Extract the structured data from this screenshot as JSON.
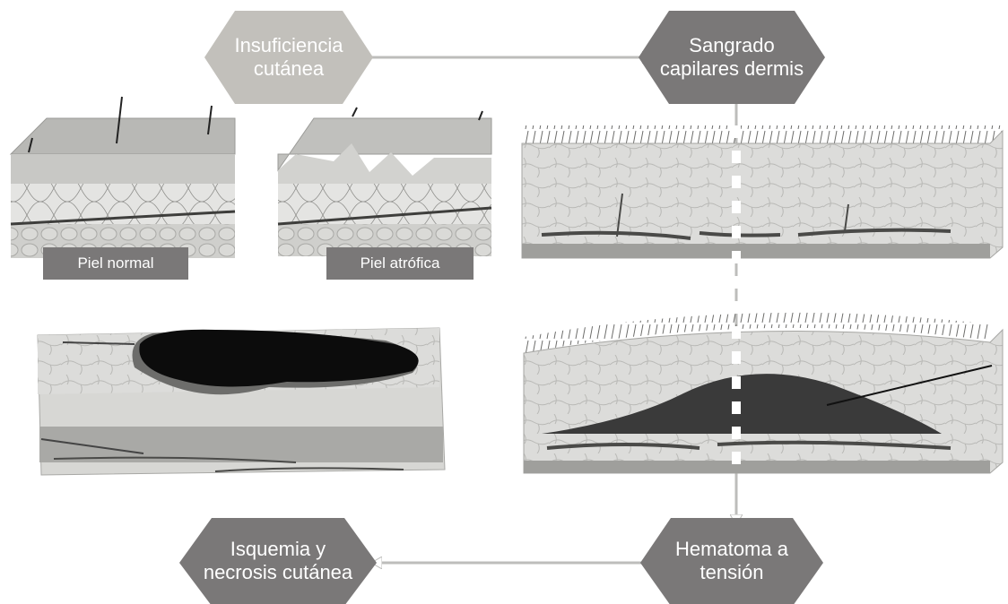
{
  "nodes": {
    "insuficiencia": "Insuficiencia\ncutánea",
    "sangrado": "Sangrado\ncapilares dermis",
    "hematoma": "Hematoma a\ntensión",
    "isquemia": "Isquemia y\nnecrosis cutánea"
  },
  "labels": {
    "piel_normal": "Piel normal",
    "piel_atrofica": "Piel atrófica"
  },
  "colors": {
    "node_light": "#c2c0bb",
    "node_dark": "#7a7878",
    "tissue": "#d9d9d7",
    "fat": "#c4c4c2",
    "hematoma": "#3a3a3a",
    "necrosis": "#0c0c0c"
  }
}
